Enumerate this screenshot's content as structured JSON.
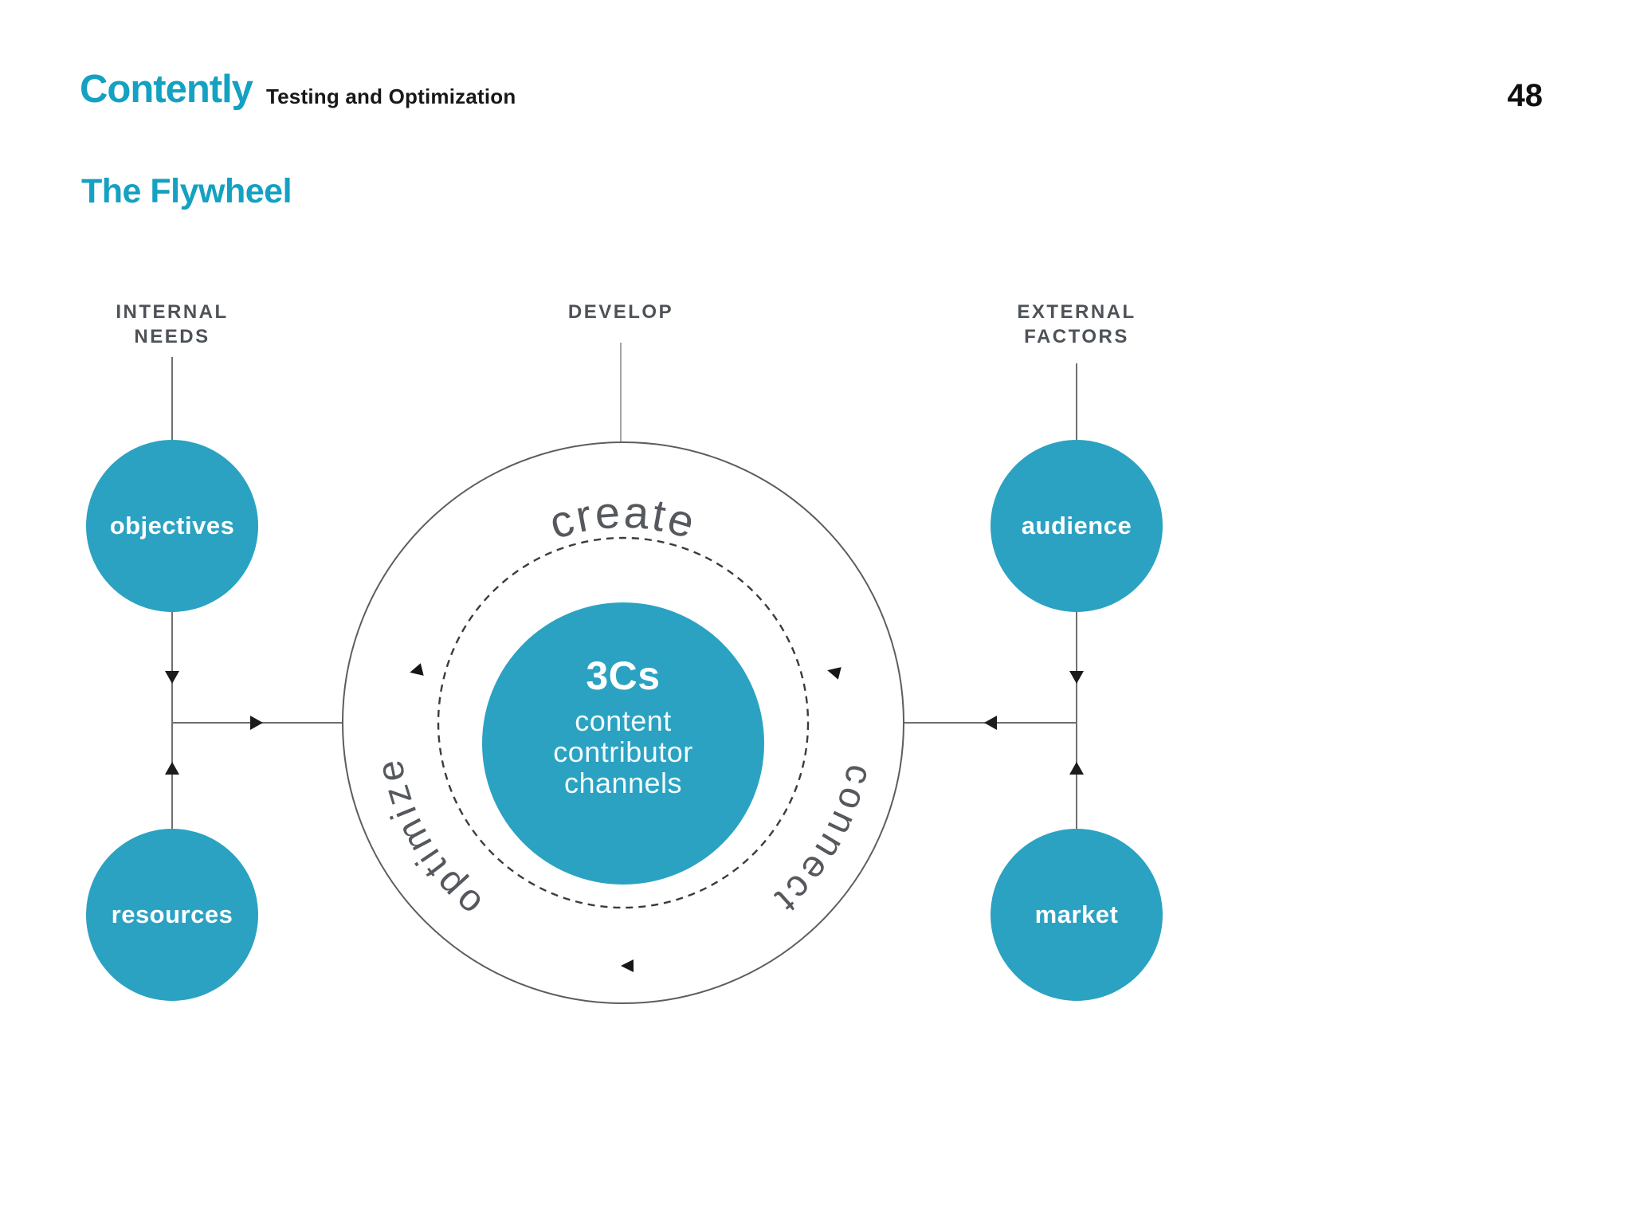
{
  "header": {
    "logo": "Contently",
    "subtitle": "Testing and Optimization",
    "page_number": "48"
  },
  "title": "The Flywheel",
  "diagram": {
    "columns": [
      {
        "line1": "INTERNAL",
        "line2": "NEEDS"
      },
      {
        "line1": "DEVELOP",
        "line2": ""
      },
      {
        "line1": "EXTERNAL",
        "line2": "FACTORS"
      }
    ],
    "nodes": {
      "objectives": "objectives",
      "resources": "resources",
      "audience": "audience",
      "market": "market"
    },
    "ring_words": {
      "create": "create",
      "connect": "connect",
      "optimize": "optimize"
    },
    "center": {
      "title": "3Cs",
      "lines": [
        "content",
        "contributor",
        "channels"
      ]
    }
  },
  "colors": {
    "teal": "#2ba2c2",
    "accent": "#14a1c2",
    "ink": "#17181a",
    "hdr-gray": "#4d5258",
    "line": "#6f6f6f",
    "ring-text": "#55585d",
    "arrow": "#1c1c1c"
  }
}
